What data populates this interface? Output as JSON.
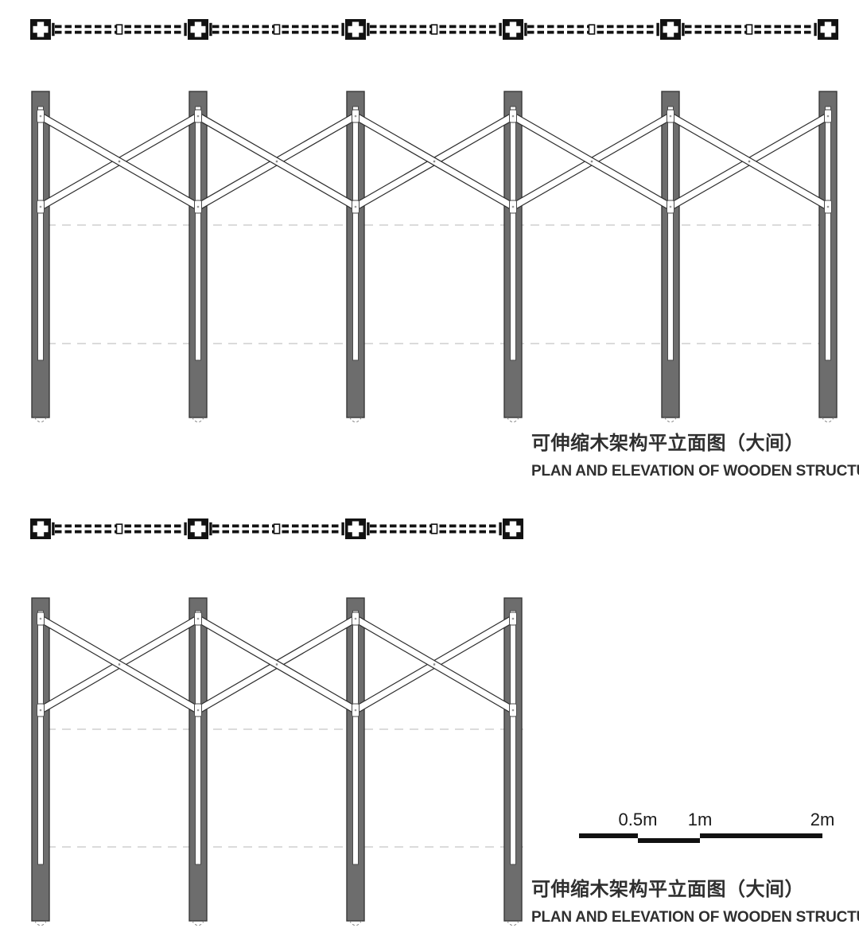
{
  "figures": [
    {
      "caption_zh": "可伸缩木架构平立面图（大间）",
      "caption_en": "PLAN AND ELEVATION OF WOODEN STRUCTURE",
      "plan_node_count": 6,
      "elevation_post_count": 6,
      "brace_bay_count": 5
    },
    {
      "caption_zh": "可伸缩木架构平立面图（大间）",
      "caption_en": "PLAN AND ELEVATION OF WOODEN STRUCTURE",
      "plan_node_count": 4,
      "elevation_post_count": 4,
      "brace_bay_count": 3
    }
  ],
  "scale_bar": {
    "labels": [
      "0.5m",
      "1m",
      "2m"
    ]
  },
  "colors": {
    "background": "#ffffff",
    "plan_black": "#121212",
    "post_fill": "#6d6d6d",
    "post_outline": "#383838",
    "brace_line": "#2e2e2e",
    "dashed_reference": "#cfcfcf",
    "pin_gray": "#9a9a9a",
    "text": "#2f2f2f"
  }
}
